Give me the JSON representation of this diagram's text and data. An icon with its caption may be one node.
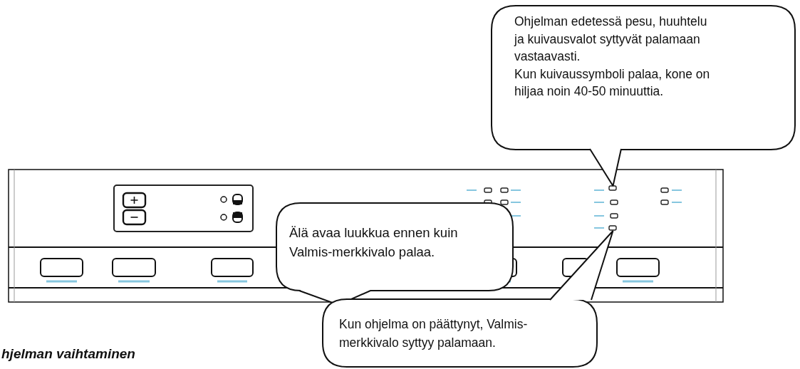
{
  "diagram": {
    "nodes": [
      {
        "text": [
          "Ohjelman edetessä pesu, huuhtelu ja kuivausvalot syttyvät palamaan vastaavasti.",
          "Kun kuivaussymboli palaa, kone on hiljaa noin 40-50 minuuttia."
        ]
      },
      {
        "text": [],
        "shape": "box"
      },
      {
        "text": [
          "Älä avaa luukkua ennen kuin Valmis-merkkivalo palaa."
        ]
      },
      {
        "text": [
          "Kun ohjelma on päättynyt, Valmis-merkkivalo syttyy palamaan."
        ]
      },
      {
        "text": [],
        "shape": "box"
      }
    ],
    "edges": [
      {
        "from": 0,
        "to": 1,
        "arrow": "none"
      },
      {
        "from": 3,
        "to": 4,
        "arrow": "none"
      }
    ],
    "labels": [
      "hjelman vaihtaminen"
    ]
  }
}
